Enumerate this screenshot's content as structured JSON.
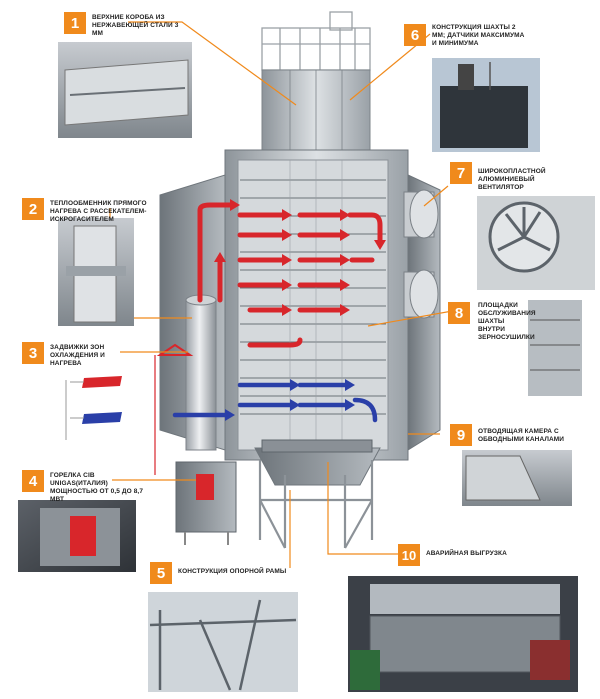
{
  "callouts": [
    {
      "num": "1",
      "text": "ВЕРХНИЕ КОРОБА ИЗ НЕРЖАВЕЮЩЕЙ СТАЛИ 3 ММ"
    },
    {
      "num": "2",
      "text": "ТЕПЛООБМЕННИК ПРЯМОГО НАГРЕВА С РАССЕКАТЕЛЕМ-ИСКРОГАСИТЕЛЕМ"
    },
    {
      "num": "3",
      "text": "ЗАДВИЖКИ ЗОН ОХЛАЖДЕНИЯ И НАГРЕВА"
    },
    {
      "num": "4",
      "text": "ГОРЕЛКА CIB UNIGAS(ИТАЛИЯ) МОЩНОСТЬЮ ОТ 0,5 ДО 8,7 МВТ"
    },
    {
      "num": "5",
      "text": "КОНСТРУКЦИЯ ОПОРНОЙ РАМЫ"
    },
    {
      "num": "6",
      "text": "КОНСТРУКЦИЯ ШАХТЫ 2 ММ; ДАТЧИКИ МАКСИМУМА И МИНИМУМА"
    },
    {
      "num": "7",
      "text": "ШИРОКОПЛАСТНОЙ АЛЮМИНИЕВЫЙ ВЕНТИЛЯТОР"
    },
    {
      "num": "8",
      "text": "ПЛОЩАДКИ ОБСЛУЖИВАНИЯ ШАХТЫ ВНУТРИ ЗЕРНОСУШИЛКИ"
    },
    {
      "num": "9",
      "text": "ОТВОДЯЩАЯ КАМЕРА С ОБВОДНЫМИ КАНАЛАМИ"
    },
    {
      "num": "10",
      "text": "АВАРИЙНАЯ ВЫГРУЗКА"
    }
  ],
  "colors": {
    "accent": "#f08a1c",
    "hot": "#d8262b",
    "cold": "#2a3fa8",
    "steel": "#b9bec3"
  }
}
